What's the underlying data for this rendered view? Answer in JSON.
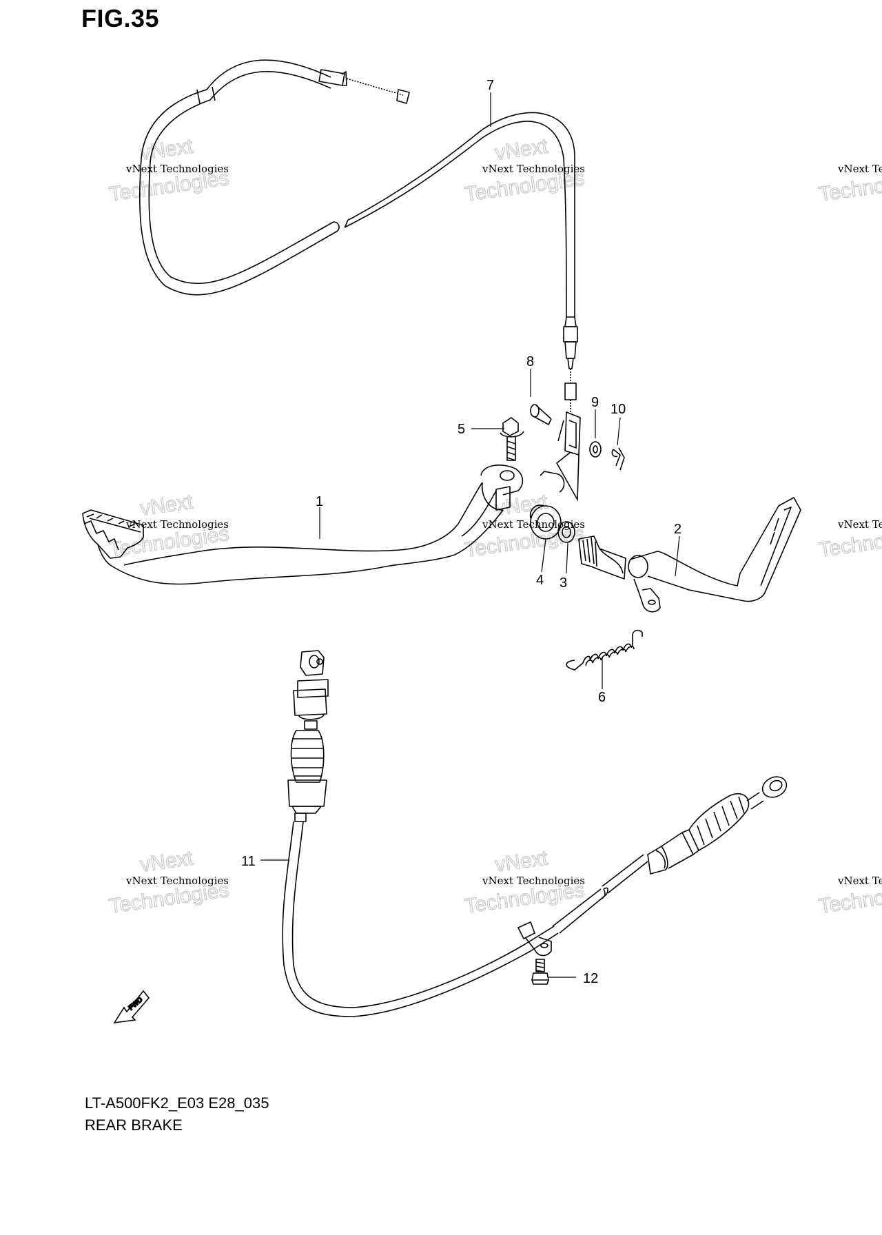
{
  "figure": {
    "title": "FIG.35",
    "model_code": "LT-A500FK2_E03 E28_035",
    "section_name": "REAR BRAKE"
  },
  "watermark": {
    "line1": "vNext Technologies",
    "line2": "vNext",
    "line3": "Technologies"
  },
  "direction_marker": "FWD",
  "callouts": [
    {
      "id": "1",
      "part": "brake-pedal"
    },
    {
      "id": "2",
      "part": "brake-pedal-shaft-arm"
    },
    {
      "id": "3",
      "part": "washer"
    },
    {
      "id": "4",
      "part": "bushing"
    },
    {
      "id": "5",
      "part": "bolt"
    },
    {
      "id": "6",
      "part": "return-spring"
    },
    {
      "id": "7",
      "part": "upper-brake-cable"
    },
    {
      "id": "8",
      "part": "pin"
    },
    {
      "id": "9",
      "part": "washer"
    },
    {
      "id": "10",
      "part": "cotter-pin"
    },
    {
      "id": "11",
      "part": "rear-brake-cable"
    },
    {
      "id": "12",
      "part": "bolt"
    }
  ]
}
